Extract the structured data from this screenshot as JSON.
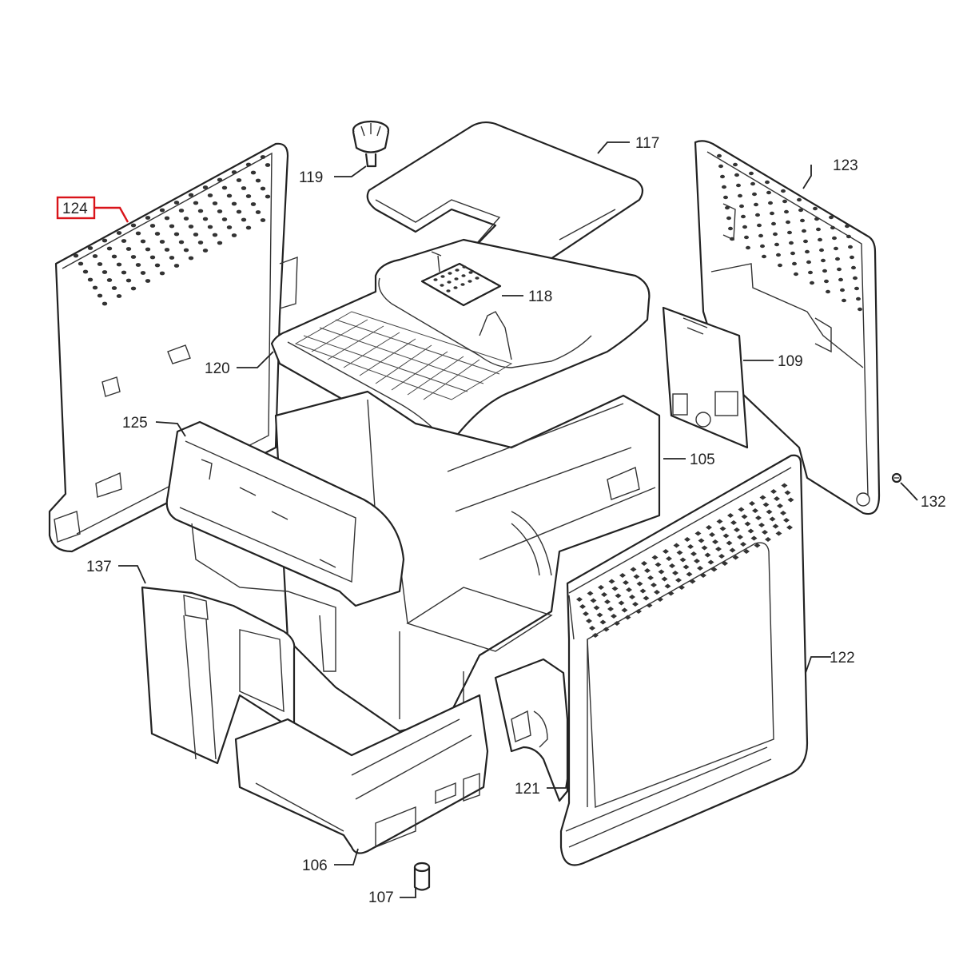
{
  "diagram": {
    "highlighted_part": "124",
    "colors": {
      "line": "#222222",
      "highlight": "#d9141a",
      "background": "#ffffff"
    },
    "callouts": {
      "c117": "117",
      "c119": "119",
      "c124": "124",
      "c123": "123",
      "c118": "118",
      "c120": "120",
      "c109": "109",
      "c125": "125",
      "c105": "105",
      "c132": "132",
      "c137": "137",
      "c122": "122",
      "c121": "121",
      "c106": "106",
      "c107": "107"
    }
  }
}
